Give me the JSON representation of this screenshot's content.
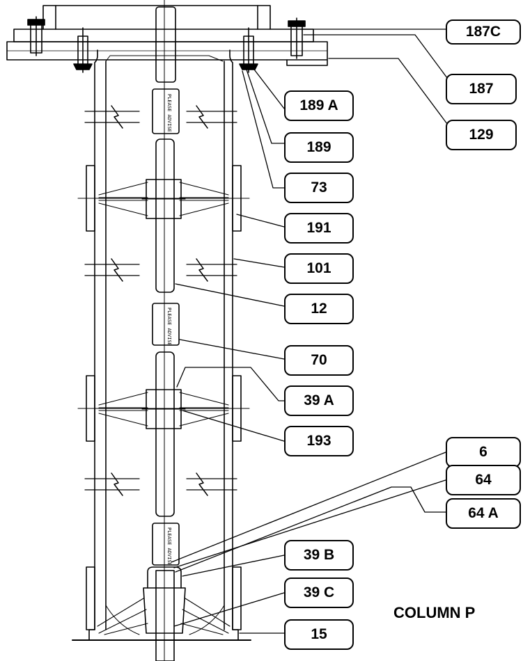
{
  "diagram": {
    "title": "COLUMN P",
    "coupling_marking": "PLEASE ADVISE",
    "callouts": [
      "187C",
      "187",
      "129",
      "189 A",
      "189",
      "73",
      "191",
      "101",
      "12",
      "70",
      "39 A",
      "193",
      "6",
      "64",
      "64 A",
      "39 B",
      "39 C",
      "15"
    ]
  },
  "colors": {
    "ink": "#000000",
    "background": "#ffffff"
  }
}
